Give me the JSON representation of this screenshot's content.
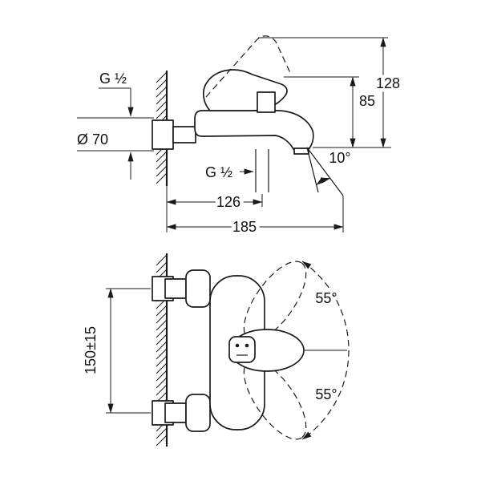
{
  "drawing": {
    "views": {
      "side": {
        "thread_top": "G ½",
        "escutcheon_diameter": "Ø 70",
        "thread_bottom": "G ½",
        "depth_to_shower_outlet": "126",
        "total_depth": "185",
        "height_outlet_to_lever": "85",
        "height_outlet_to_lever_open": "128",
        "spout_angle": "10°"
      },
      "plan": {
        "connection_spacing": "150±15",
        "lever_swing_up": "55°",
        "lever_swing_down": "55°"
      }
    },
    "colors": {
      "line": "#1a1a1a",
      "background": "#ffffff"
    }
  }
}
